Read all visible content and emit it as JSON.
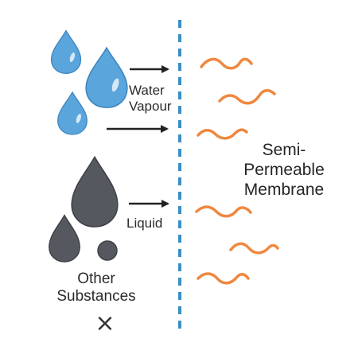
{
  "labels": {
    "water_vapour": [
      "Water",
      "Vapour"
    ],
    "liquid": "Liquid",
    "other_substances": [
      "Other",
      "Substances"
    ],
    "membrane": [
      "Semi-",
      "Permeable",
      "Membrane"
    ]
  },
  "symbols": {
    "blocked": "×"
  },
  "icons": {
    "water_drop": "water-drop-icon",
    "dark_drop": "dark-drop-icon",
    "particle": "particle-icon",
    "arrow": "arrow-right-icon",
    "wave": "wavy-molecule-icon"
  },
  "colors": {
    "water_drop": "#5aa6dc",
    "water_drop_edge": "#3f86bf",
    "dark_drop": "#55595f",
    "dark_drop_edge": "#3e4247",
    "membrane_line": "#3b8fc4",
    "wave": "#f0873f",
    "arrow": "#222222",
    "text": "#2b2b2b"
  }
}
